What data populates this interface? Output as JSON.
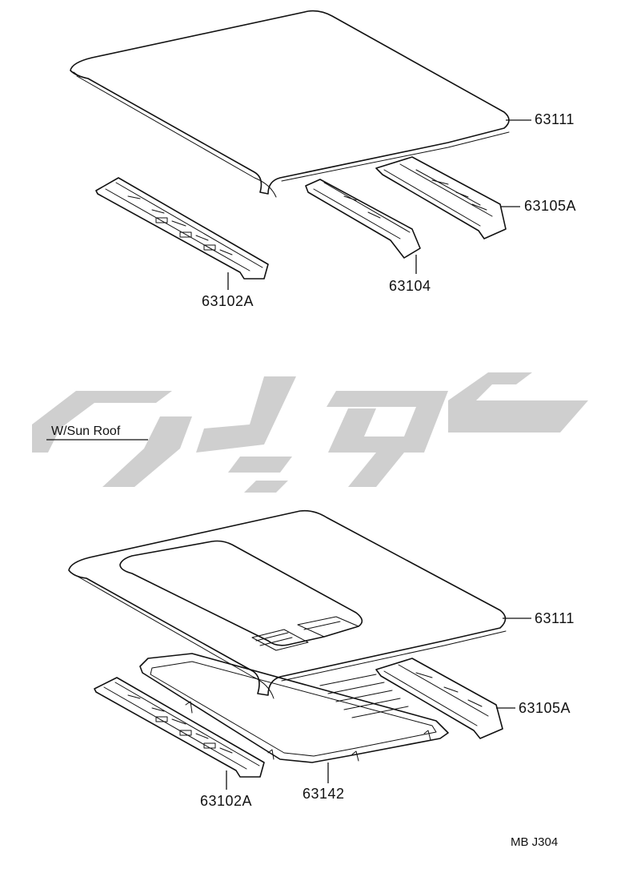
{
  "diagram": {
    "top_group": {
      "parts": [
        {
          "number": "63111"
        },
        {
          "number": "63105A"
        },
        {
          "number": "63104"
        },
        {
          "number": "63102A"
        }
      ]
    },
    "sunroof_group": {
      "section_label": "W/Sun Roof",
      "parts": [
        {
          "number": "63111"
        },
        {
          "number": "63105A"
        },
        {
          "number": "63142"
        },
        {
          "number": "63102A"
        }
      ]
    },
    "document_code": "MB J304",
    "watermark": {
      "color": "#c8c8c8"
    }
  }
}
